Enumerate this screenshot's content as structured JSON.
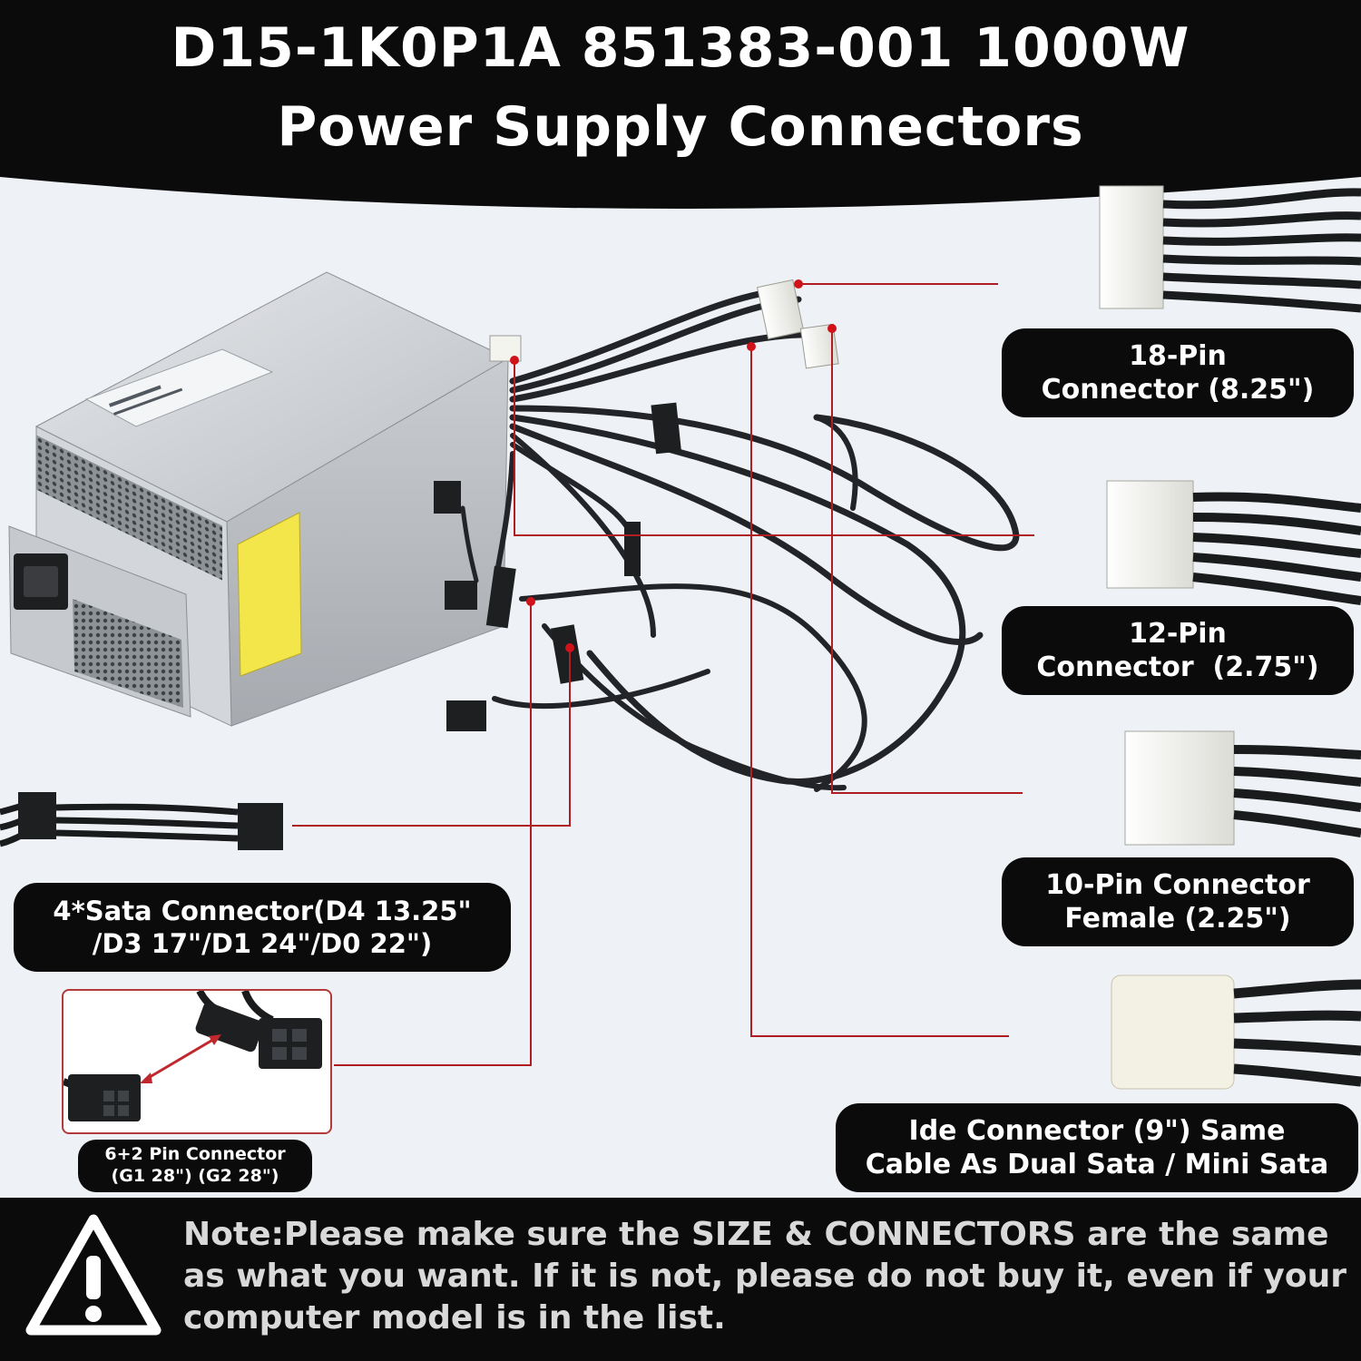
{
  "header": {
    "title_line1": "D15-1K0P1A 851383-001 1000W",
    "title_line2": "Power Supply Connectors"
  },
  "labels": {
    "pin18": {
      "line1": "18-Pin",
      "line2": "Connector (8.25\")"
    },
    "pin12": {
      "line1": "12-Pin",
      "line2": "Connector  (2.75\")"
    },
    "pin10": {
      "line1": "10-Pin Connector",
      "line2": "Female (2.25\")"
    },
    "ide": {
      "line1": "Ide Connector (9\") Same",
      "line2": "Cable As Dual Sata / Mini Sata"
    },
    "sata": {
      "line1": "4*Sata Connector(D4 13.25\"",
      "line2": "/D3 17\"/D1 24\"/D0 22\")"
    },
    "pin6_2": {
      "line1": "6+2 Pin Connector",
      "line2": "(G1 28\") (G2 28\")"
    }
  },
  "note": {
    "text": "Note:Please make sure the SIZE & CONNECTORS are the same as what you want. If it is not, please do not buy it, even if your computer model is in the list."
  },
  "icons": {
    "warning": "warning-triangle-icon"
  },
  "colors": {
    "band": "#0b0b0b",
    "leader": "#b01e23",
    "background": "#eef1f5"
  }
}
